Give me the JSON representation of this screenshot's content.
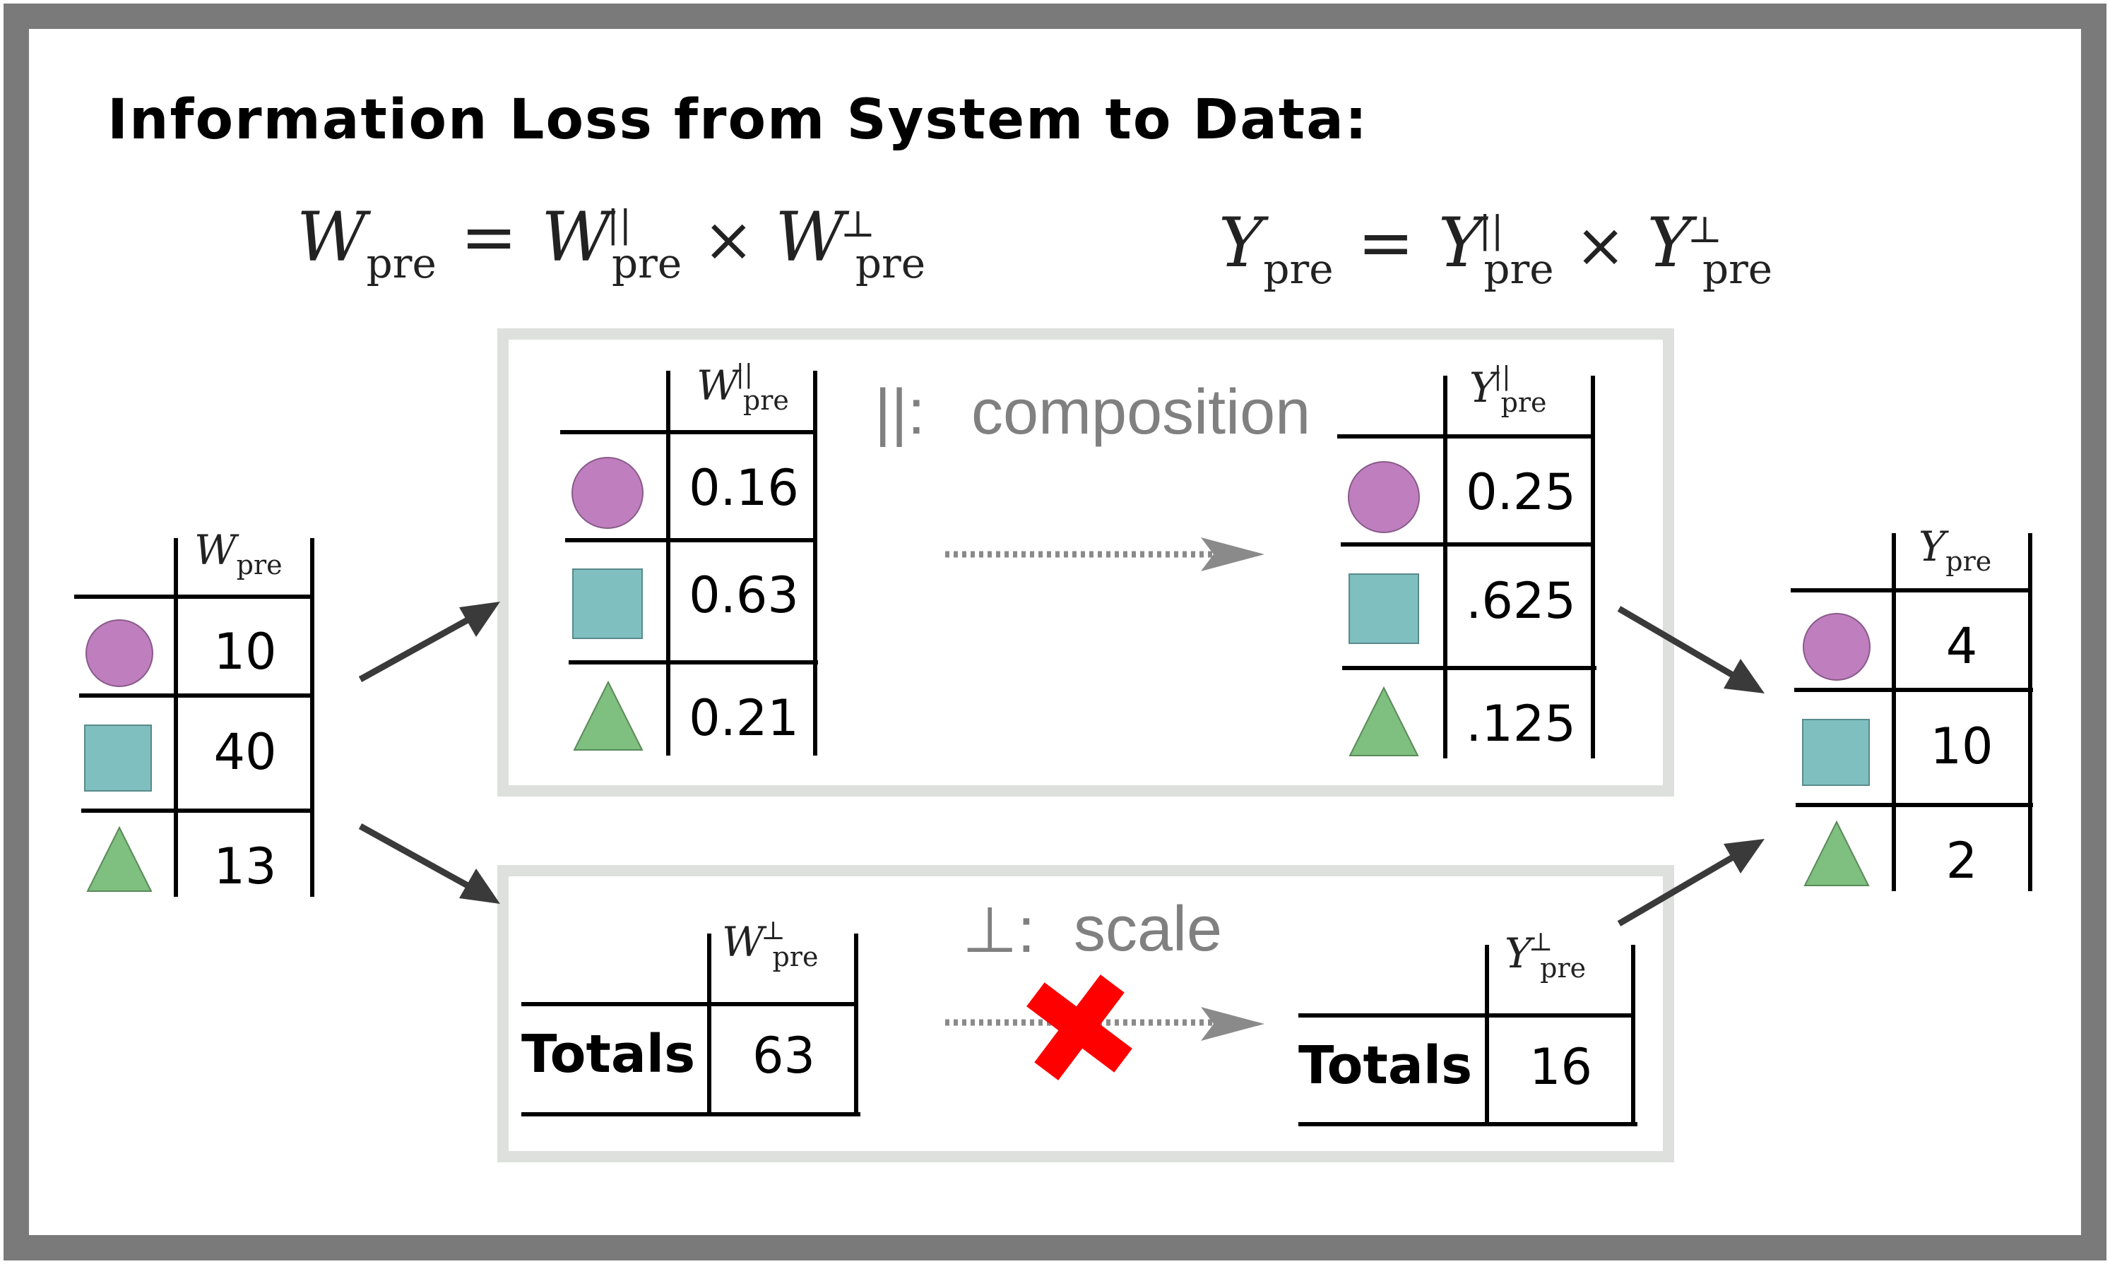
{
  "title": "Information Loss from System to Data:",
  "equations": {
    "w": {
      "lhs": "W",
      "lhs_sub": "pre",
      "eq": "=",
      "t1": "W",
      "t1_sup": "||",
      "t1_sub": "pre",
      "times": "×",
      "t2": "W",
      "t2_sup": "⊥",
      "t2_sub": "pre"
    },
    "y": {
      "lhs": "Y",
      "lhs_sub": "pre",
      "eq": "=",
      "t1": "Y",
      "t1_sup": "||",
      "t1_sub": "pre",
      "times": "×",
      "t2": "Y",
      "t2_sup": "⊥",
      "t2_sub": "pre"
    }
  },
  "labels": {
    "composition_symbol": "||:",
    "composition": "composition",
    "scale_symbol": "⊥:",
    "scale": "scale"
  },
  "tables": {
    "w_pre": {
      "var": "W",
      "sub": "pre",
      "sup": "",
      "values": [
        "10",
        "40",
        "13"
      ]
    },
    "w_comp": {
      "var": "W",
      "sub": "pre",
      "sup": "||",
      "values": [
        "0.16",
        "0.63",
        "0.21"
      ]
    },
    "y_comp": {
      "var": "Y",
      "sub": "pre",
      "sup": "||",
      "values": [
        "0.25",
        ".625",
        ".125"
      ]
    },
    "y_pre": {
      "var": "Y",
      "sub": "pre",
      "sup": "",
      "values": [
        "4",
        "10",
        "2"
      ]
    },
    "w_scale": {
      "var": "W",
      "sub": "pre",
      "sup": "⊥",
      "row_label": "Totals",
      "value": "63"
    },
    "y_scale": {
      "var": "Y",
      "sub": "pre",
      "sup": "⊥",
      "row_label": "Totals",
      "value": "16"
    }
  },
  "colors": {
    "frame": "#7a7a7a",
    "panel_border": "#dde0dc",
    "circle": "#bf7fbf",
    "square": "#7fbfbf",
    "triangle": "#7fbf7f",
    "arrow": "#3a3a3a",
    "dotted_arrow": "#8a8a8a",
    "cross": "#ff0000"
  },
  "icons": [
    "circle-shape-icon",
    "square-shape-icon",
    "triangle-shape-icon",
    "red-cross-icon"
  ]
}
